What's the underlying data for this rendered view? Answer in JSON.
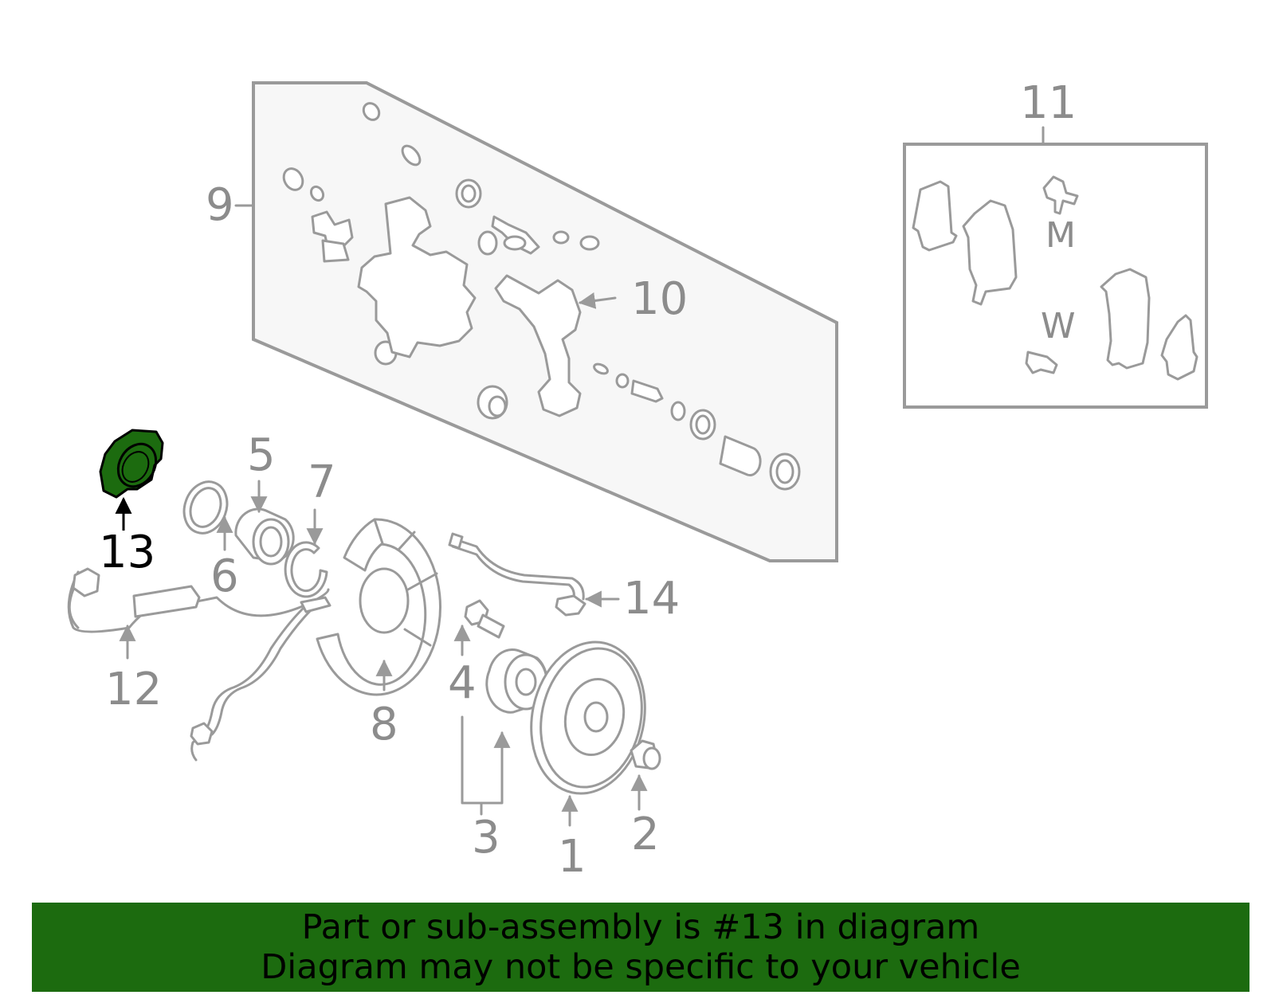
{
  "diagram": {
    "highlight_color": "#1c6b0f",
    "callouts": {
      "c1": "1",
      "c2": "2",
      "c3": "3",
      "c4": "4",
      "c5": "5",
      "c6": "6",
      "c7": "7",
      "c8": "8",
      "c9": "9",
      "c10": "10",
      "c11": "11",
      "c12": "12",
      "c13": "13",
      "c14": "14"
    },
    "pad_marks": {
      "m": "M",
      "w": "W"
    }
  },
  "banner": {
    "line1": "Part or sub-assembly is #13 in diagram",
    "line2": "Diagram may not be specific to your vehicle",
    "background": "#1c6b0f"
  }
}
